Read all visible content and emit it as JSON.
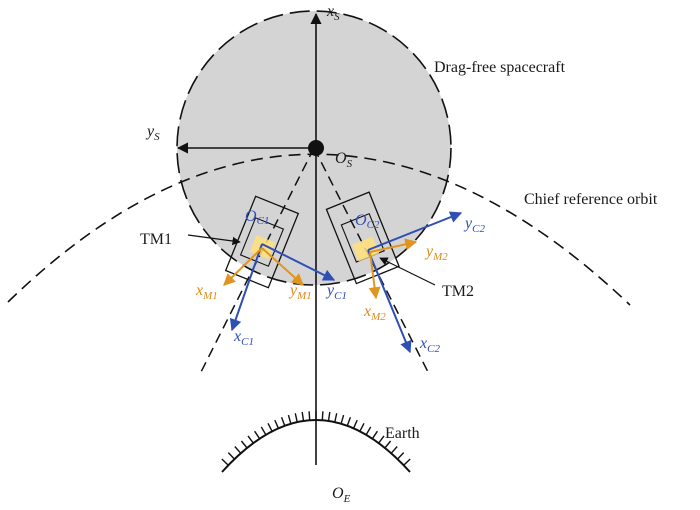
{
  "labels": {
    "xs_main": "x",
    "xs_sub": "S",
    "ys_main": "y",
    "ys_sub": "S",
    "os_main": "O",
    "os_sub": "S",
    "spacecraft": "Drag-free spacecraft",
    "orbit": "Chief reference orbit",
    "tm1": "TM1",
    "tm2": "TM2",
    "oc1_main": "O",
    "oc1_sub": "C1",
    "oc2_main": "O",
    "oc2_sub": "C2",
    "xm1_main": "x",
    "xm1_sub": "M1",
    "ym1_main": "y",
    "ym1_sub": "M1",
    "xc1_main": "x",
    "xc1_sub": "C1",
    "yc1_main": "y",
    "yc1_sub": "C1",
    "xm2_main": "x",
    "xm2_sub": "M2",
    "ym2_main": "y",
    "ym2_sub": "M2",
    "xc2_main": "x",
    "xc2_sub": "C2",
    "yc2_main": "y",
    "yc2_sub": "C2",
    "earth": "Earth",
    "oe_main": "O",
    "oe_sub": "E"
  },
  "colors": {
    "spacecraft_fill": "#d4d4d4",
    "blue_axis": "#2f4fb5",
    "orange_axis": "#e09520",
    "highlight": "#ffe07a",
    "line": "#111111"
  }
}
